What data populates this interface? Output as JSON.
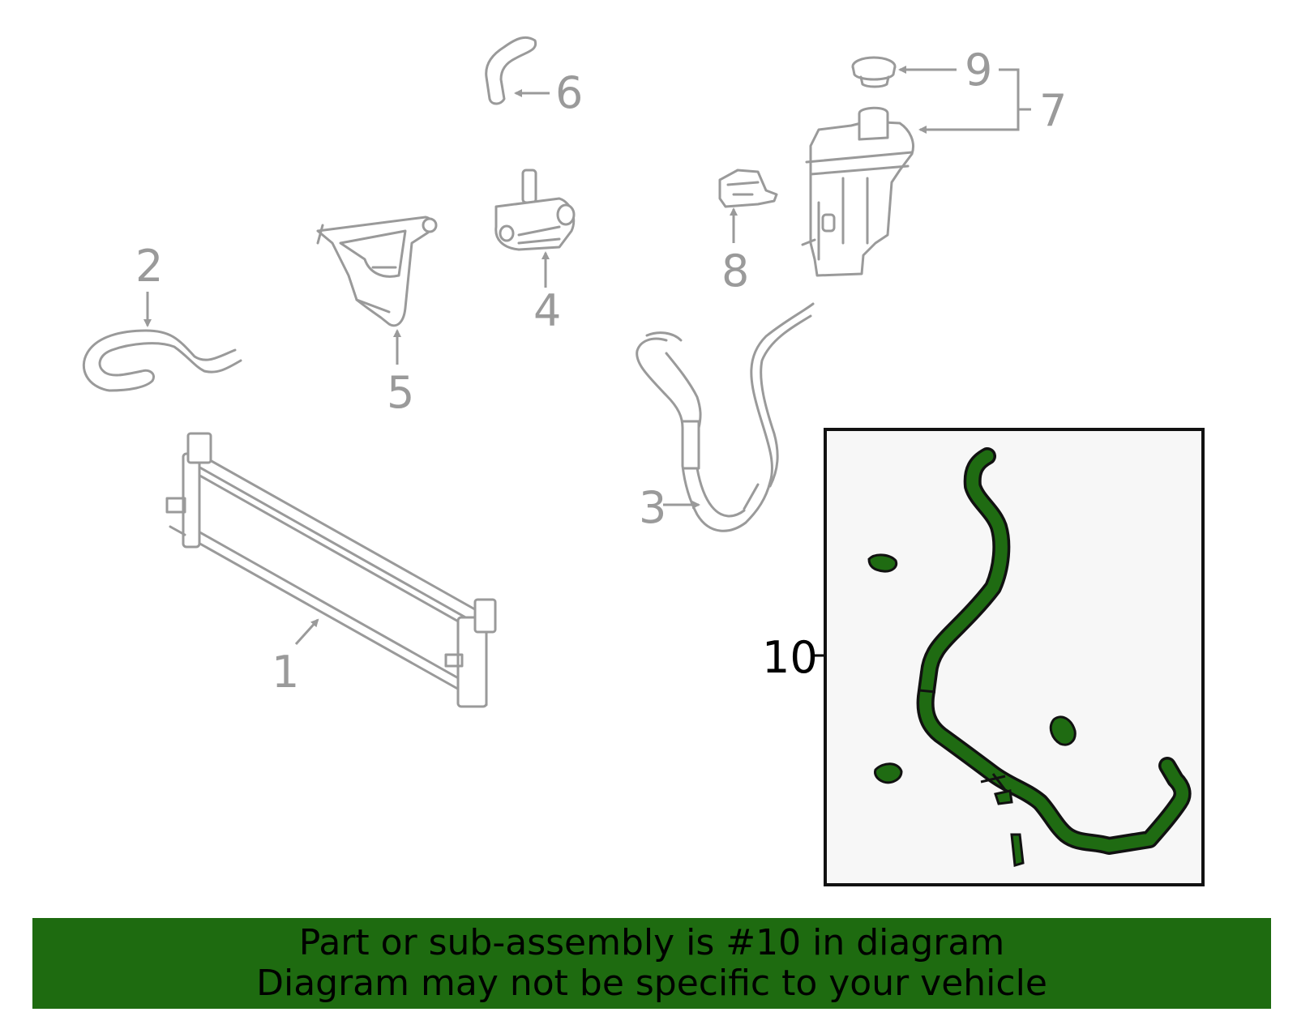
{
  "diagram": {
    "callouts": {
      "c1": "1",
      "c2": "2",
      "c3": "3",
      "c4": "4",
      "c5": "5",
      "c6": "6",
      "c7": "7",
      "c8": "8",
      "c9": "9",
      "c10": "10"
    }
  },
  "banner": {
    "line1": "Part or sub-assembly is #10 in diagram",
    "line2": "Diagram may not be specific to your vehicle"
  },
  "colors": {
    "highlight": "#1e6b10",
    "part_gray": "#9a9a9a",
    "inset_bg": "#f7f7f7"
  }
}
